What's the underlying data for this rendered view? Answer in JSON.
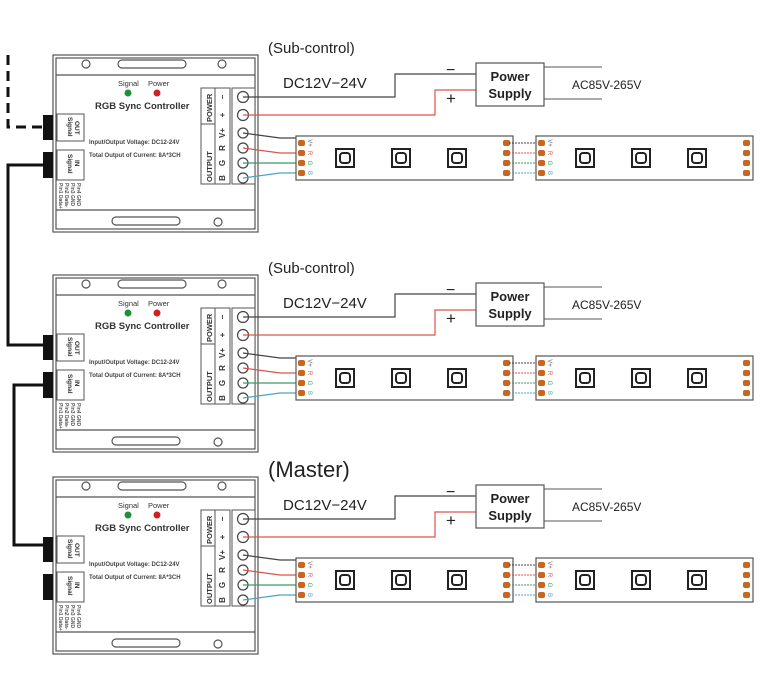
{
  "sections": [
    {
      "role_label": "(Sub-control)"
    },
    {
      "role_label": "(Sub-control)"
    },
    {
      "role_label": "(Master)"
    }
  ],
  "controller": {
    "title": "RGB Sync Controller",
    "signal_led_label": "Signal",
    "power_led_label": "Power",
    "voltage_text": "Input/Output Voltage: DC12-24V",
    "current_text": "Total Output of Current: 8A*3CH",
    "signal_out_label": [
      "Signal",
      "OUT"
    ],
    "signal_in_label": [
      "Signal",
      "IN"
    ],
    "pin_labels": [
      "Pin1 Data+",
      "Pin2 Data-",
      "Pin3 GND",
      "Pin4 GND"
    ],
    "power_group_label": "POWER",
    "output_group_label": "OUTPUT",
    "terminal_labels": [
      "−",
      "+",
      "V+",
      "R",
      "G",
      "B"
    ]
  },
  "wiring": {
    "dc_label": "DC12V−24V",
    "minus_label": "−",
    "plus_label": "+",
    "power_supply_label": [
      "Power",
      "Supply"
    ],
    "ac_label": "AC85V-265V",
    "strip_pad_labels": [
      "V+",
      "R",
      "G",
      "B"
    ]
  },
  "colors": {
    "negative_wire": "#444444",
    "positive_wire": "#d9534f",
    "v_plus_wire": "#444444",
    "r_wire": "#d9534f",
    "g_wire": "#3a9a6a",
    "b_wire": "#4aa3c7",
    "signal_led": "#1f8f3a",
    "power_led": "#d02020",
    "pad": "#c8651e"
  }
}
